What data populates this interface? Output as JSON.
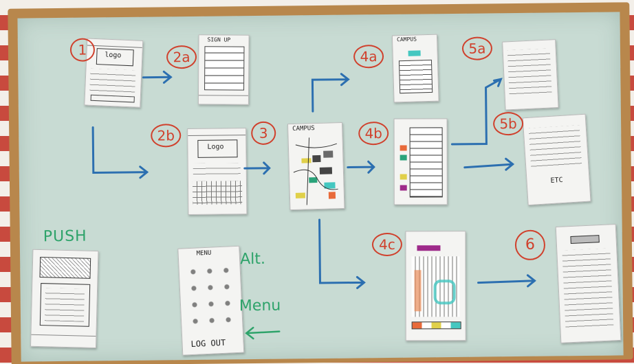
{
  "steps": {
    "s1": "1",
    "s2a": "2a",
    "s2b": "2b",
    "s3": "3",
    "s4a": "4a",
    "s4b": "4b",
    "s4c": "4c",
    "s5a": "5a",
    "s5b": "5b",
    "s6": "6"
  },
  "sketch_text": {
    "logo": "logo",
    "signup": "SIGN UP",
    "logo2": "Logo",
    "campus": "CAMPUS",
    "campus_small": "CAMPUS",
    "log_out": "LOG OUT",
    "menu": "MENU",
    "etc": "ETC"
  },
  "annotations": {
    "push": "PUSH",
    "alt": "Alt.",
    "menu": "Menu"
  },
  "colors": {
    "marker_red": "#d0402c",
    "marker_blue": "#2c6fb0",
    "marker_green": "#2ea36a",
    "board": "#c8dbd3",
    "frame": "#b8874c"
  }
}
